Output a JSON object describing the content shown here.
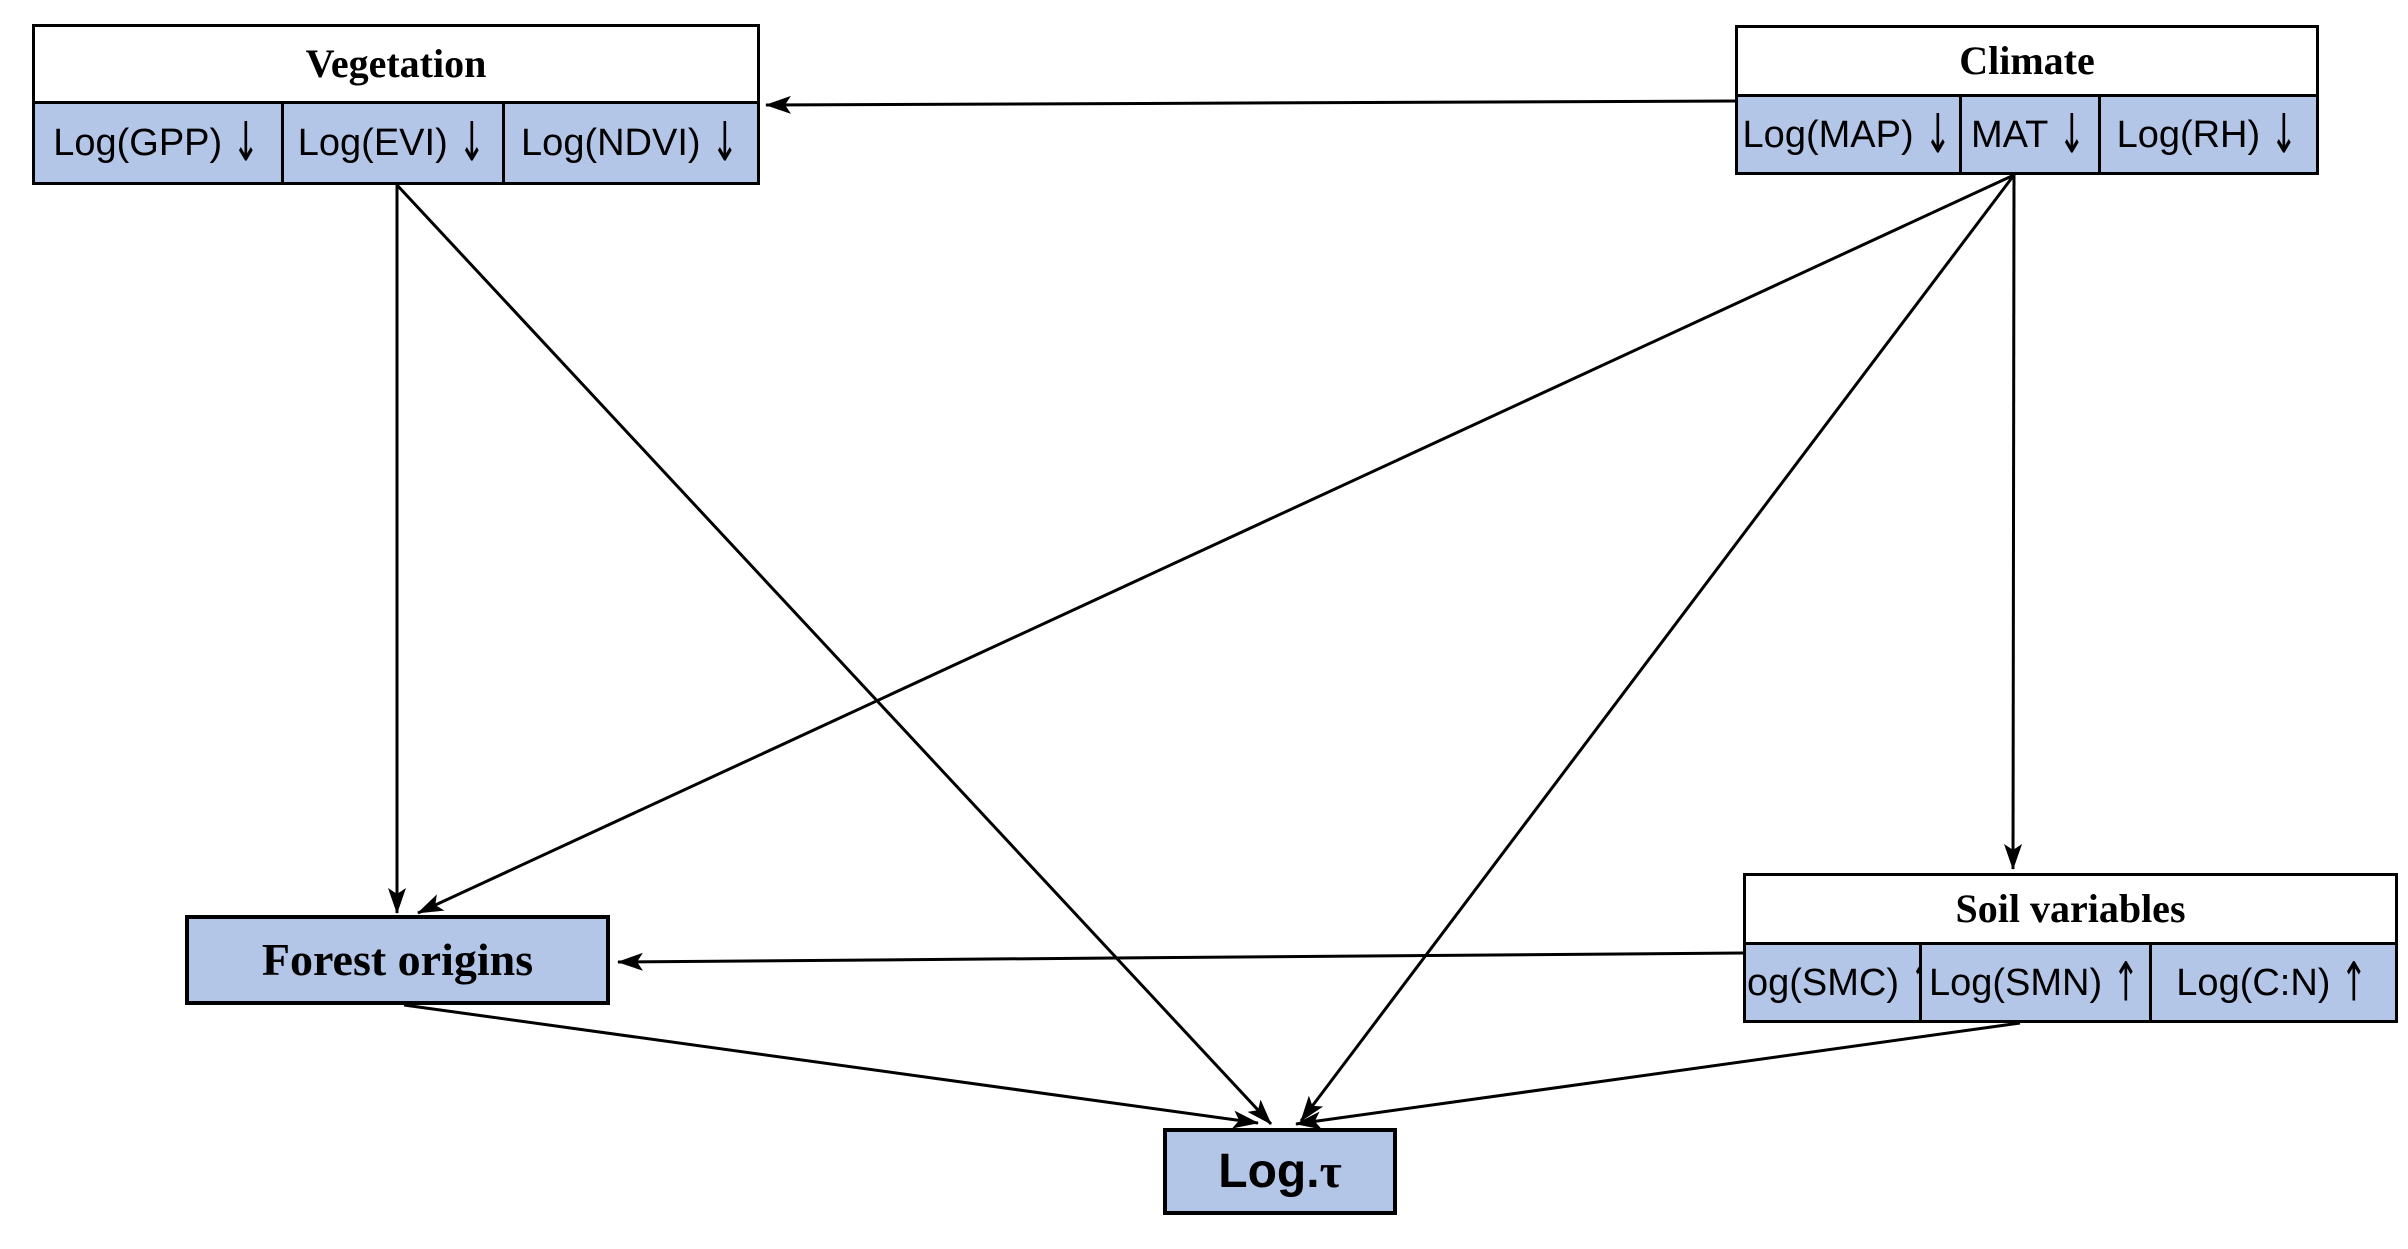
{
  "figure": {
    "background": "#ffffff",
    "colors": {
      "cell_fill": "#b4c6e7",
      "header_fill": "#ffffff",
      "border": "#000000",
      "arrow": "#000000"
    },
    "vegetation": {
      "title": "Vegetation",
      "cells": [
        {
          "label": "Log(GPP)",
          "trend": "↓"
        },
        {
          "label": "Log(EVI)",
          "trend": "↓"
        },
        {
          "label": "Log(NDVI)",
          "trend": "↓"
        }
      ]
    },
    "climate": {
      "title": "Climate",
      "cells": [
        {
          "label": "Log(MAP)",
          "trend": "↓"
        },
        {
          "label": "MAT",
          "trend": "↓"
        },
        {
          "label": "Log(RH)",
          "trend": "↓"
        }
      ]
    },
    "soil": {
      "title": "Soil variables",
      "cells": [
        {
          "label": "Log(SMC)",
          "trend": "↑"
        },
        {
          "label": "Log(SMN)",
          "trend": "↑"
        },
        {
          "label": "Log(C:N)",
          "trend": "↑"
        }
      ]
    },
    "forest_origins": {
      "title": "Forest origins"
    },
    "log_tau": {
      "prefix": "Log.",
      "tau": "τ"
    },
    "edges": [
      {
        "from": "Climate",
        "to": "Vegetation"
      },
      {
        "from": "Vegetation",
        "to": "Forest origins"
      },
      {
        "from": "Vegetation",
        "to": "Log.τ"
      },
      {
        "from": "Climate",
        "to": "Forest origins"
      },
      {
        "from": "Climate",
        "to": "Soil variables"
      },
      {
        "from": "Climate",
        "to": "Log.τ"
      },
      {
        "from": "Soil variables",
        "to": "Forest origins"
      },
      {
        "from": "Soil variables",
        "to": "Log.τ"
      },
      {
        "from": "Forest origins",
        "to": "Log.τ"
      }
    ]
  }
}
